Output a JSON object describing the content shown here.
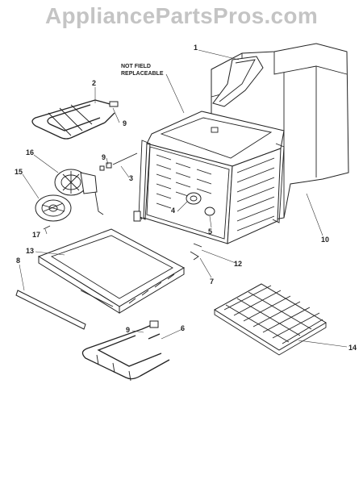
{
  "watermark": {
    "text": "AppliancePartsPros.com",
    "color": "#c4c4c4"
  },
  "note": {
    "line1": "NOT FIELD",
    "line2": "REPLACEABLE"
  },
  "callouts": [
    "1",
    "2",
    "9",
    "16",
    "9",
    "3",
    "15",
    "4",
    "5",
    "10",
    "17",
    "13",
    "12",
    "8",
    "7",
    "9",
    "6",
    "14"
  ]
}
